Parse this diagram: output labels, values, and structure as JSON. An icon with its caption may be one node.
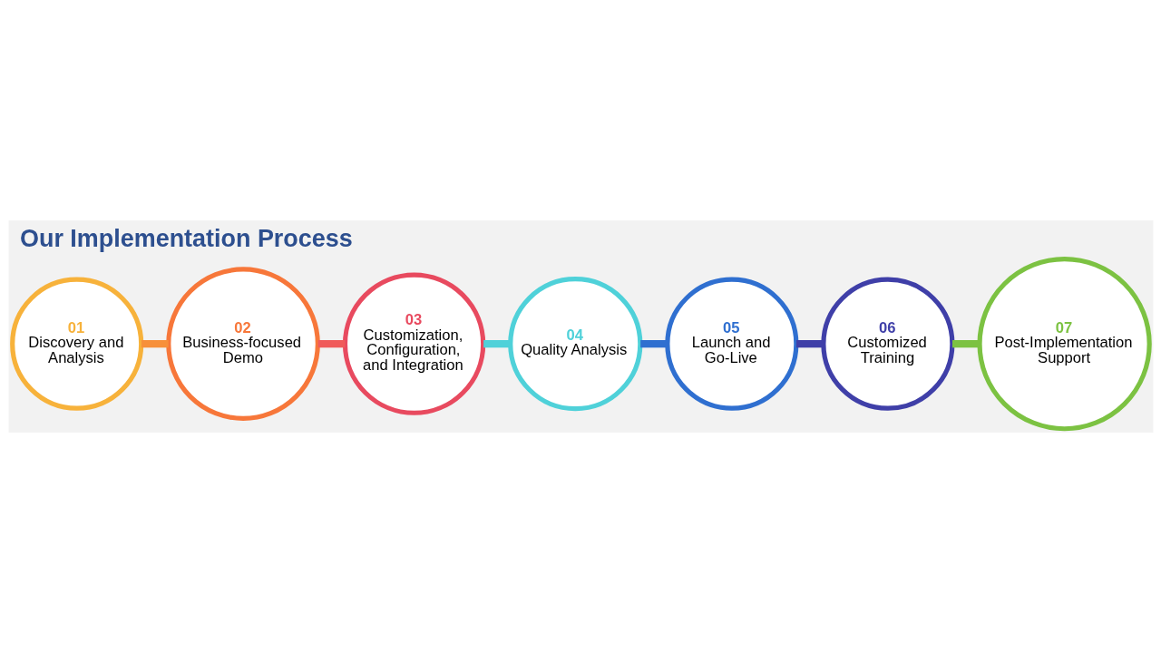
{
  "diagram": {
    "title": "Our Implementation Process",
    "nodes": [
      {
        "text": [
          "01",
          "Discovery and Analysis"
        ]
      },
      {
        "text": [
          "02",
          "Business-focused Demo"
        ]
      },
      {
        "text": [
          "03",
          "Customization, Configuration, and Integration"
        ]
      },
      {
        "text": [
          "04",
          "Quality Analysis"
        ]
      },
      {
        "text": [
          "05",
          "Launch and Go-Live"
        ]
      },
      {
        "text": [
          "06",
          "Customized Training"
        ]
      },
      {
        "text": [
          "07",
          "Post-Implementation Support"
        ]
      }
    ],
    "edges": [
      {
        "from": 0,
        "to": 1,
        "arrow": "none",
        "color": "#f7903a"
      },
      {
        "from": 1,
        "to": 2,
        "arrow": "none",
        "color": "#f05a5a"
      },
      {
        "from": 2,
        "to": 3,
        "arrow": "none",
        "color": "#4fd1d9"
      },
      {
        "from": 3,
        "to": 4,
        "arrow": "none",
        "color": "#2f6fd0"
      },
      {
        "from": 4,
        "to": 5,
        "arrow": "none",
        "color": "#3f3fa8"
      },
      {
        "from": 5,
        "to": 6,
        "arrow": "none",
        "color": "#7cc242"
      }
    ]
  }
}
